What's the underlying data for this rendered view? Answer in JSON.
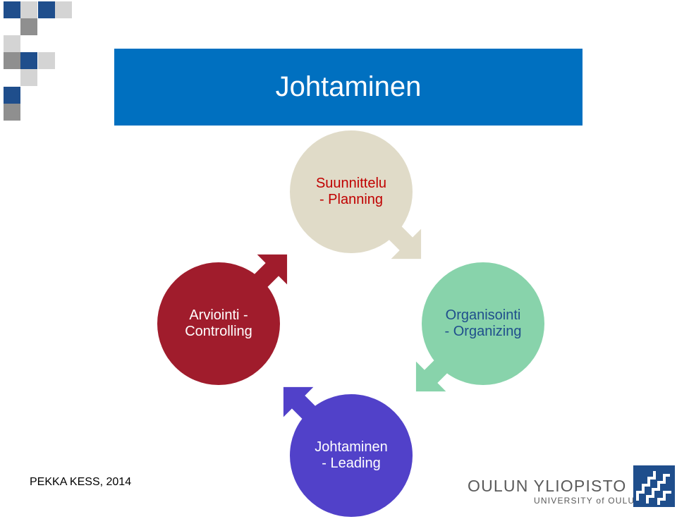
{
  "slide": {
    "title": "Johtaminen",
    "footer": "PEKKA KESS, 2014"
  },
  "cycle": {
    "nodes": [
      {
        "label": "Suunnittelu\n- Planning",
        "fill": "#e0dbc8",
        "text_color": "#c00000"
      },
      {
        "label": "Organisointi\n- Organizing",
        "fill": "#88d3ab",
        "text_color": "#1f4e8c"
      },
      {
        "label": "Johtaminen\n- Leading",
        "fill": "#5141c9",
        "text_color": "#ffffff"
      },
      {
        "label": "Arviointi -\nControlling",
        "fill": "#a01c2c",
        "text_color": "#ffffff"
      }
    ],
    "arrow_colors": [
      "#e0dbc8",
      "#88d3ab",
      "#5141c9",
      "#a01c2c"
    ]
  },
  "logo": {
    "name": "OULUN YLIOPISTO",
    "subtitle": "UNIVERSITY of OULU"
  },
  "colors": {
    "title_bar": "#0070c0",
    "deco_blue": "#1f4e8c",
    "deco_gray": "#9e9e9e",
    "deco_light": "#cfcfcf"
  }
}
